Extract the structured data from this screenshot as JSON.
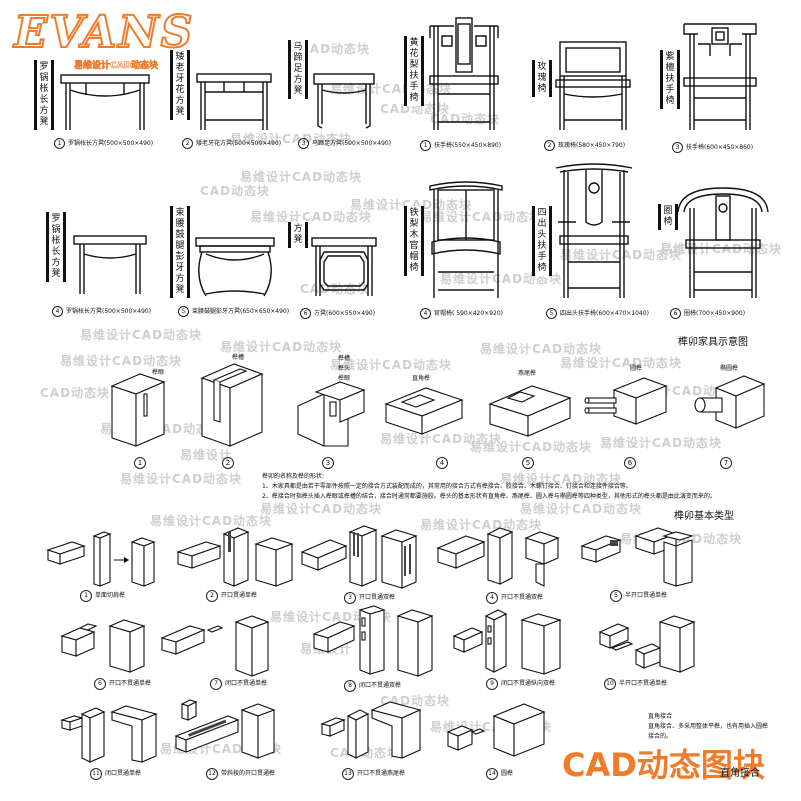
{
  "logo": {
    "wordmark": "EVANS",
    "tagline": "易维设计CAD动态块"
  },
  "furniture_row1": [
    {
      "num": "1",
      "side_label": "罗锅枨长方凳",
      "caption": "罗锅枨长方凳(500×500×490)"
    },
    {
      "num": "2",
      "side_label": "矮老牙花方凳",
      "caption": "矮老牙花方凳(500×500×490)"
    },
    {
      "num": "3",
      "side_label": "马蹄足方凳",
      "caption": "马蹄足方凳(500×500×490)"
    },
    {
      "num": "1",
      "side_label": "黄花梨扶手椅",
      "caption": "扶手椅(550×450×890)"
    },
    {
      "num": "2",
      "side_label": "玫瑰椅",
      "caption": "玫瑰椅(580×450×790)"
    },
    {
      "num": "3",
      "side_label": "紫檀扶手椅",
      "caption": "扶手椅(600×450×860)"
    }
  ],
  "furniture_row2": [
    {
      "num": "4",
      "side_label": "罗锅枨长方凳",
      "caption": "罗锅枨长方凳(500×500×490)"
    },
    {
      "num": "5",
      "side_label": "束腰鼓腿彭牙方凳",
      "caption": "束腰鼓腿彭牙方凳(650×650×490)"
    },
    {
      "num": "6",
      "side_label": "方凳",
      "caption": "方凳(600×550×490)"
    },
    {
      "num": "4",
      "side_label": "铁梨木官帽椅",
      "caption": "官帽椅( 590×420×920)"
    },
    {
      "num": "5",
      "side_label": "四出头扶手椅",
      "caption": "四出头扶手椅(600×470×1040)"
    },
    {
      "num": "6",
      "side_label": "圈椅",
      "caption": "圈椅(700×450×900)"
    }
  ],
  "section_titles": {
    "mortise_examples": "榫卯家具示意图",
    "joint_types": "榫卯基本类型"
  },
  "mortise_figures": [
    {
      "num": "1",
      "labels": [
        "榫眼"
      ]
    },
    {
      "num": "2",
      "labels": [
        "榫槽"
      ]
    },
    {
      "num": "3",
      "labels": [
        "榫槽",
        "榫头",
        "榫眼"
      ]
    },
    {
      "num": "4",
      "labels": [
        "直角榫"
      ]
    },
    {
      "num": "5",
      "labels": [
        "燕尾榫"
      ]
    },
    {
      "num": "6",
      "labels": [
        "圆榫"
      ]
    },
    {
      "num": "7",
      "labels": [
        "椭圆榫"
      ]
    }
  ],
  "notes": {
    "title": "榫卯的名称及榫的形状:",
    "line1": "1、木家具都是由若干零部件按照一定的接合方式装配而成的，其常用的接合方式有榫接合、胶接合、木螺钉接合、钉接合和连接件接合等。",
    "line2": "2、榫接合时指榫头插入榫眼或榫槽的结合，接合时通常都要施胶。榫头的基本形状有直角榫、燕尾榫、圆入榫与椭圆榫等四种类型，其他形式的榫头都是由此演变而来的。"
  },
  "joint_types": [
    {
      "num": "1",
      "caption": "单面切肩榫"
    },
    {
      "num": "2",
      "caption": "开口贯通单榫"
    },
    {
      "num": "3",
      "caption": "开口贯通双榫"
    },
    {
      "num": "4",
      "caption": "开口不贯通双榫"
    },
    {
      "num": "5",
      "caption": "半开口贯通单榫"
    },
    {
      "num": "6",
      "caption": "开口不贯通单榫"
    },
    {
      "num": "7",
      "caption": "闭口不贯通单榫"
    },
    {
      "num": "8",
      "caption": "闭口不贯通双榫"
    },
    {
      "num": "9",
      "caption": "闭口不贯通纵向双榫"
    },
    {
      "num": "10",
      "caption": "半开口不贯通单榫"
    },
    {
      "num": "11",
      "caption": "闭口贯通单榫"
    },
    {
      "num": "12",
      "caption": "带斜棱的开口贯通榫"
    },
    {
      "num": "13",
      "caption": "开口不贯通燕尾榫"
    },
    {
      "num": "14",
      "caption": "圆榫"
    }
  ],
  "right_notes": {
    "line1": "直角接合",
    "line2": "直角接合、多采用整体平榫，也有用插入圆榫",
    "line3": "接合的。",
    "footer": "直角接合"
  },
  "watermark_text": [
    "易维设计CAD动态块",
    "CAD动态块",
    "易维设计"
  ],
  "brand_banner": "CAD动态图块",
  "colors": {
    "accent": "#f07b28",
    "ink": "#111111",
    "watermark": "#cfcfcf"
  }
}
